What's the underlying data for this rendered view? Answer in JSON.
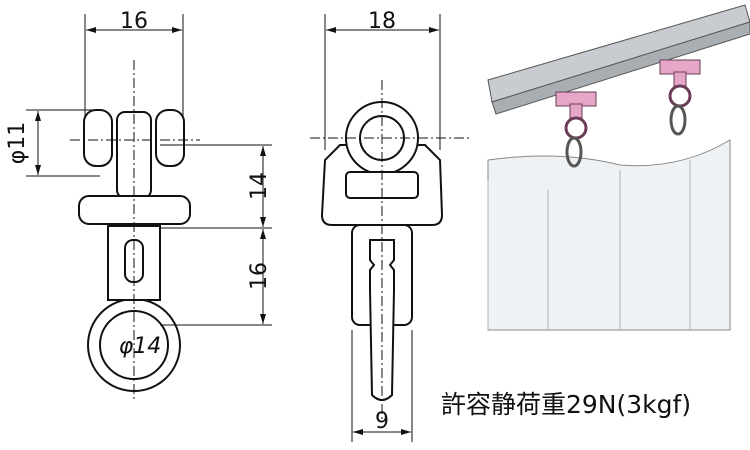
{
  "dimensions": {
    "hanger_width": "16",
    "wheel_diameter": "φ11",
    "upper_height": "14",
    "lower_height": "16",
    "ring_diameter": "φ14",
    "body_width": "18",
    "hook_width": "9"
  },
  "caption": "許容静荷重29N(3kgf)",
  "colors": {
    "line": "#111111",
    "rail": "#c8ccd0",
    "runner": "#e5a6c8",
    "curtain": "#e8eef2"
  }
}
